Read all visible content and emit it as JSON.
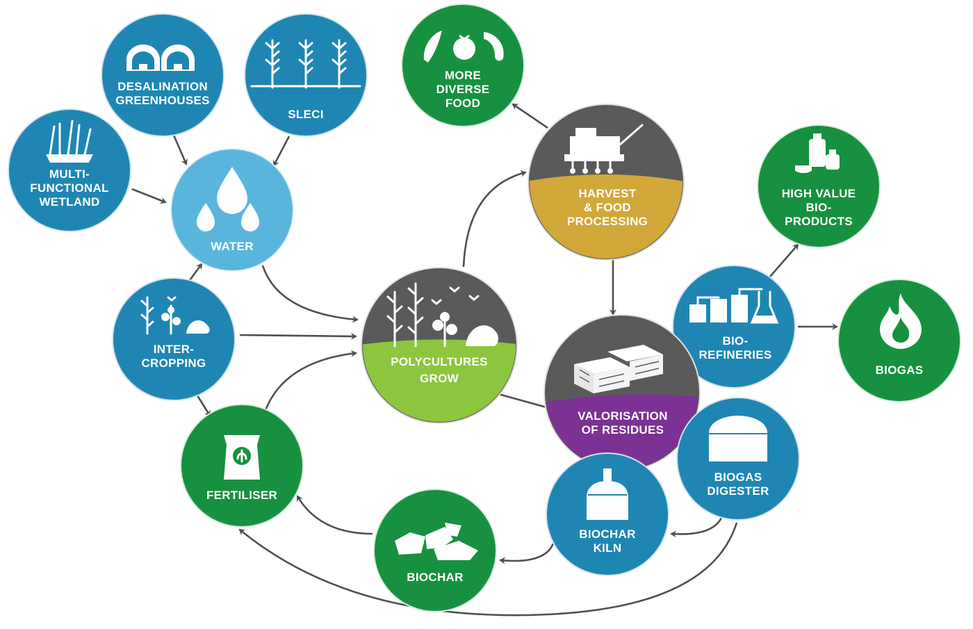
{
  "colors": {
    "blue": "#1f86b3",
    "light_blue": "#5ab5dc",
    "green": "#17913f",
    "dark_grey": "#5a5a5a",
    "gold": "#d2a83a",
    "lime": "#8dc63f",
    "purple": "#7b3294",
    "arrow": "#4f4f4f"
  },
  "nodes": {
    "desalination_greenhouses": {
      "lines": [
        "DESALINATION",
        "GREENHOUSES"
      ],
      "icon": "greenhouse-icon"
    },
    "sleci": {
      "lines": [
        "SLECI"
      ],
      "icon": "crop-plants-icon"
    },
    "multifunctional_wetland": {
      "lines": [
        "MULTI-",
        "FUNCTIONAL",
        "WETLAND"
      ],
      "icon": "wetland-icon"
    },
    "water": {
      "lines": [
        "WATER"
      ],
      "icon": "water-drops-icon"
    },
    "intercropping": {
      "lines": [
        "INTER-",
        "CROPPING"
      ],
      "icon": "intercrop-plants-icon"
    },
    "fertiliser": {
      "lines": [
        "FERTILISER"
      ],
      "icon": "fertiliser-bag-icon"
    },
    "polycultures_grow": {
      "lines": [
        "POLYCULTURES",
        "GROW"
      ],
      "icon": "polyculture-plants-icon"
    },
    "more_diverse_food": {
      "lines": [
        "MORE",
        "DIVERSE",
        "FOOD"
      ],
      "icon": "vegetables-icon"
    },
    "harvest_food_processing": {
      "lines": [
        "HARVEST",
        "& FOOD",
        "PROCESSING"
      ],
      "icon": "harvester-icon"
    },
    "high_value_bioproducts": {
      "lines": [
        "HIGH VALUE",
        "BIO-",
        "PRODUCTS"
      ],
      "icon": "bottles-icon"
    },
    "biorefineries": {
      "lines": [
        "BIO-",
        "REFINERIES"
      ],
      "icon": "refinery-tanks-icon"
    },
    "biogas": {
      "lines": [
        "BIOGAS"
      ],
      "icon": "flame-icon"
    },
    "valorisation_of_residues": {
      "lines": [
        "VALORISATION",
        "OF RESIDUES"
      ],
      "icon": "bales-icon"
    },
    "biogas_digester": {
      "lines": [
        "BIOGAS",
        "DIGESTER"
      ],
      "icon": "digester-dome-icon"
    },
    "biochar_kiln": {
      "lines": [
        "BIOCHAR",
        "KILN"
      ],
      "icon": "kiln-icon"
    },
    "biochar": {
      "lines": [
        "BIOCHAR"
      ],
      "icon": "charcoal-icon"
    }
  }
}
